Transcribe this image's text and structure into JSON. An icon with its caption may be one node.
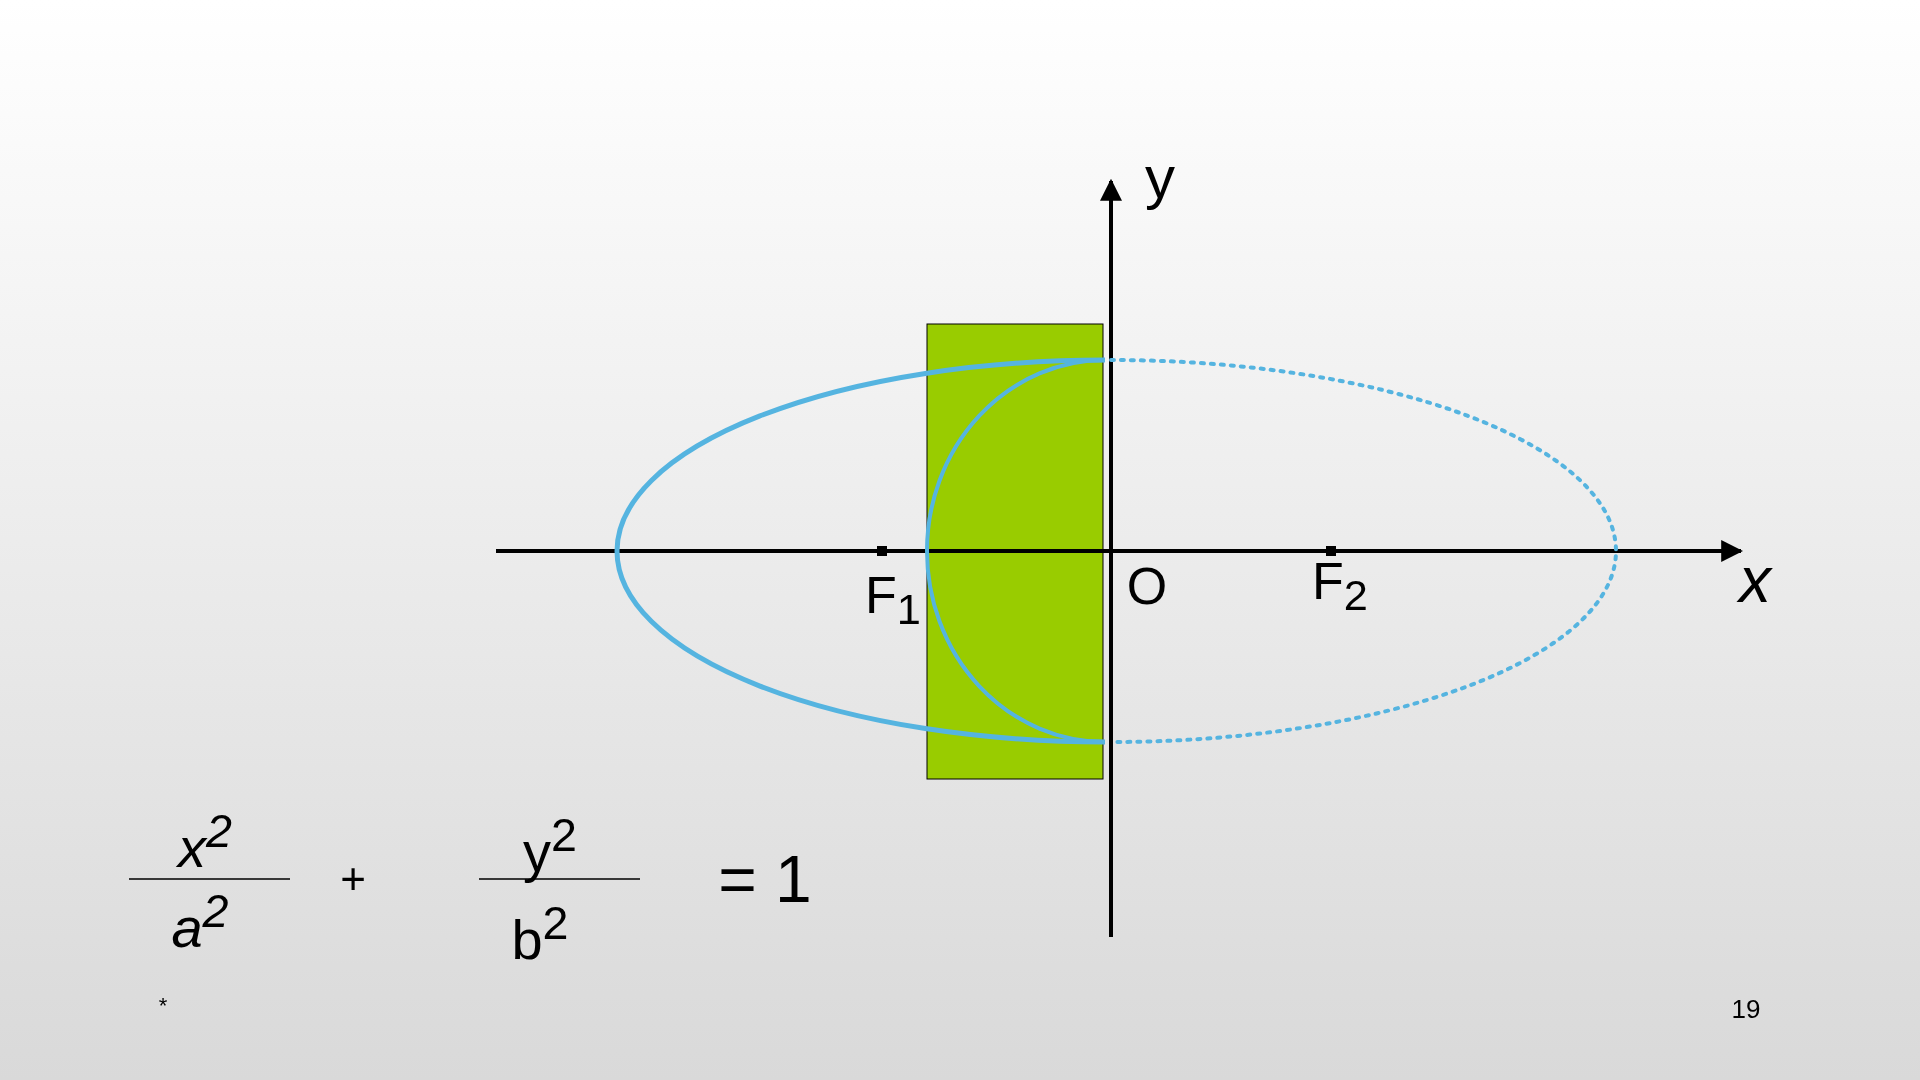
{
  "diagram": {
    "labels": [
      "y",
      "O",
      "F$_{1}$",
      "F$_{2}$",
      "x",
      "x$^{2}$",
      "a$^{2}$",
      "+",
      "y$^{2}$",
      "b$^{2}$",
      "= 1",
      "*",
      "19"
    ]
  }
}
